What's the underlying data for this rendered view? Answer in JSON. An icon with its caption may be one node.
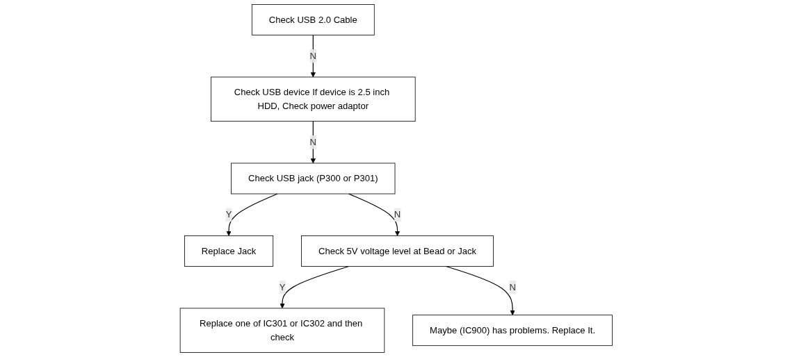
{
  "diagram": {
    "nodes": [
      {
        "text": [
          "Check USB 2.0 Cable"
        ]
      },
      {
        "text": [
          "Check USB device If device is 2.5 inch HDD, Check power adaptor"
        ]
      },
      {
        "text": [
          "Check USB jack (P300 or P301)"
        ]
      },
      {
        "text": [
          "Replace Jack"
        ]
      },
      {
        "text": [
          "Check 5V voltage level at Bead or Jack"
        ]
      },
      {
        "text": [
          "Replace one of IC301 or IC302 and then check"
        ]
      },
      {
        "text": [
          "Maybe (IC900) has problems. Replace It."
        ]
      }
    ],
    "edges": [
      {
        "from": 0,
        "to": 1,
        "arrow": "to",
        "label": "N"
      },
      {
        "from": 1,
        "to": 2,
        "arrow": "to",
        "label": "N"
      },
      {
        "from": 2,
        "to": 3,
        "arrow": "to",
        "label": "Y"
      },
      {
        "from": 2,
        "to": 4,
        "arrow": "to",
        "label": "N"
      },
      {
        "from": 4,
        "to": 5,
        "arrow": "to",
        "label": "Y"
      },
      {
        "from": 4,
        "to": 6,
        "arrow": "to",
        "label": "N"
      }
    ]
  }
}
